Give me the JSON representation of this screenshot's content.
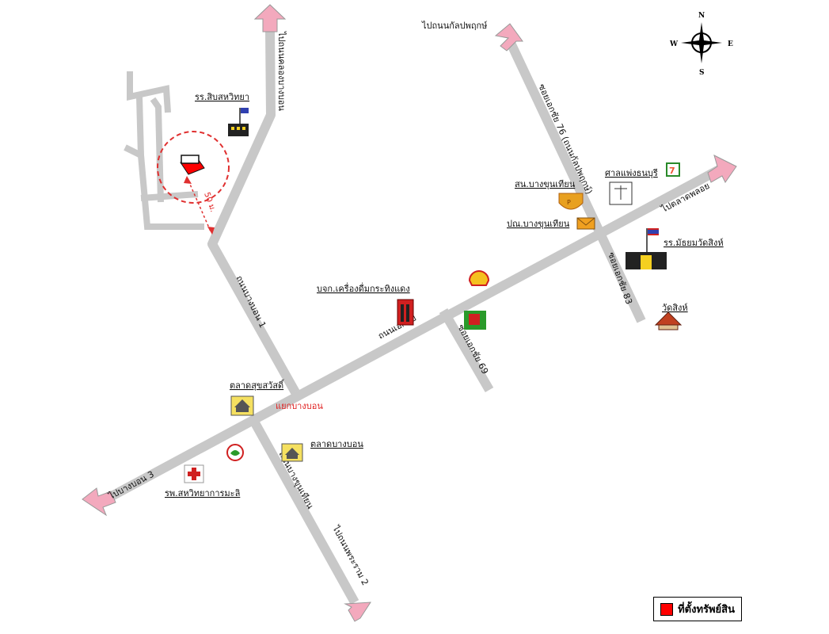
{
  "compass": {
    "n": "N",
    "e": "E",
    "s": "S",
    "w": "W"
  },
  "roads": {
    "to_khlong_thanon": "ไปถนนคลองบางบอน",
    "to_bang_phrom": "ไปถนนกัลปพฤกษ์",
    "to_sukhapiban": "ไปตลาดพลอย",
    "to_phutthamonthon": "ไปบางบอน 3",
    "to_bang_bon_2": "ไปถนนพระราม 2",
    "ekkachai": "ถนนเอกชัย",
    "bang_bon_1": "ถนนบางบอน 1",
    "bang_khun_thian": "ถนนบางขุนเทียน",
    "ekkachai_soi_76": "ซอยเอกชัย 76 (ถนนกัลปพฤกษ์)",
    "ekkachai_soi_83": "ซอยเอกชัย 83",
    "ekkachai_soi_69": "ซอยเอกชัย 69"
  },
  "places": {
    "school_top": "รร.สิบสหวิทยา",
    "court": "ศาลแพ่งธนบุรี",
    "police": "สน.บางขุนเทียน",
    "post": "ปณ.บางขุนเทียน",
    "school_right": "รร.มัธยมวัดสิงห์",
    "temple": "วัดสิงห์",
    "factory": "บจก.เครื่องดื่มกระทิงแดง",
    "market_sukhawat": "ตลาดสุขสวัสดิ์",
    "market_bang_bon": "ตลาดบางบอน",
    "hospital": "รพ.สหวิทยาการมะลิ",
    "bang_bon_intersection": "แยกบางบอน"
  },
  "distance_label": "50 ม.",
  "legend": {
    "label": "ที่ตั้งทรัพย์สิน"
  },
  "colors": {
    "road": "#c8c8c8",
    "arrow": "#f3a9bd",
    "property": "#ff0000",
    "circle": "#e03030"
  }
}
